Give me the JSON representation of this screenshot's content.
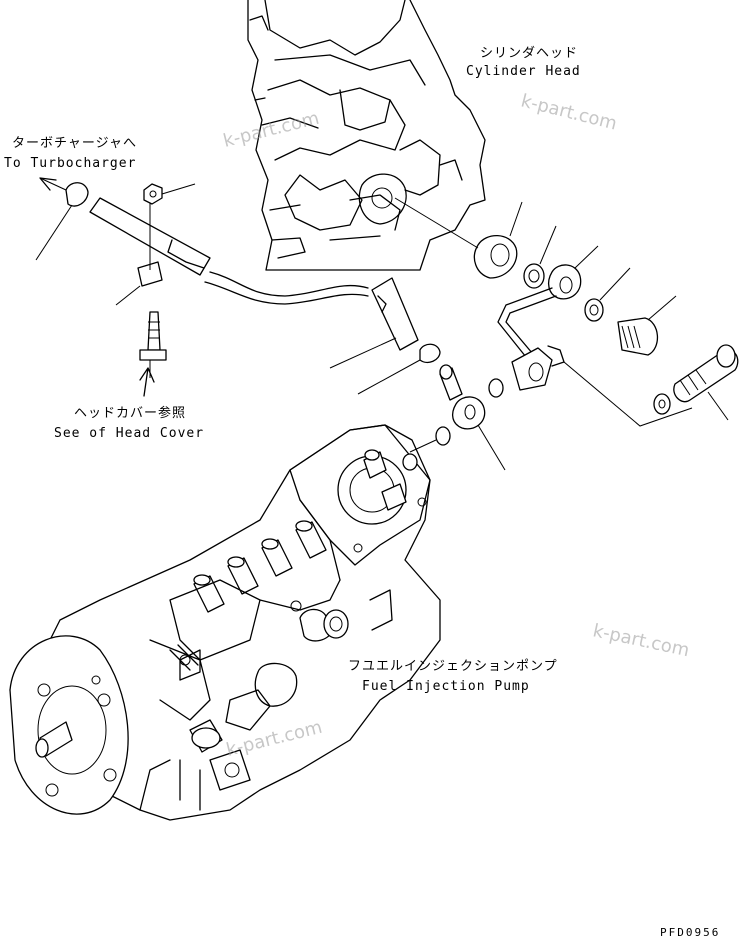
{
  "labels": {
    "cylinder_head_jp": "シリンダヘッド",
    "cylinder_head_en": "Cylinder Head",
    "turbo_jp": "ターボチャージャへ",
    "turbo_en": "To Turbocharger",
    "head_cover_jp": "ヘッドカバー参照",
    "head_cover_en": "See of Head Cover",
    "pump_jp": "フユエルインジェクションポンプ",
    "pump_en": "Fuel Injection Pump"
  },
  "watermark": "k-part.com",
  "figure_code": "PFD0956",
  "colors": {
    "line": "#000000",
    "background": "#ffffff",
    "watermark": "#9a9a9a"
  }
}
